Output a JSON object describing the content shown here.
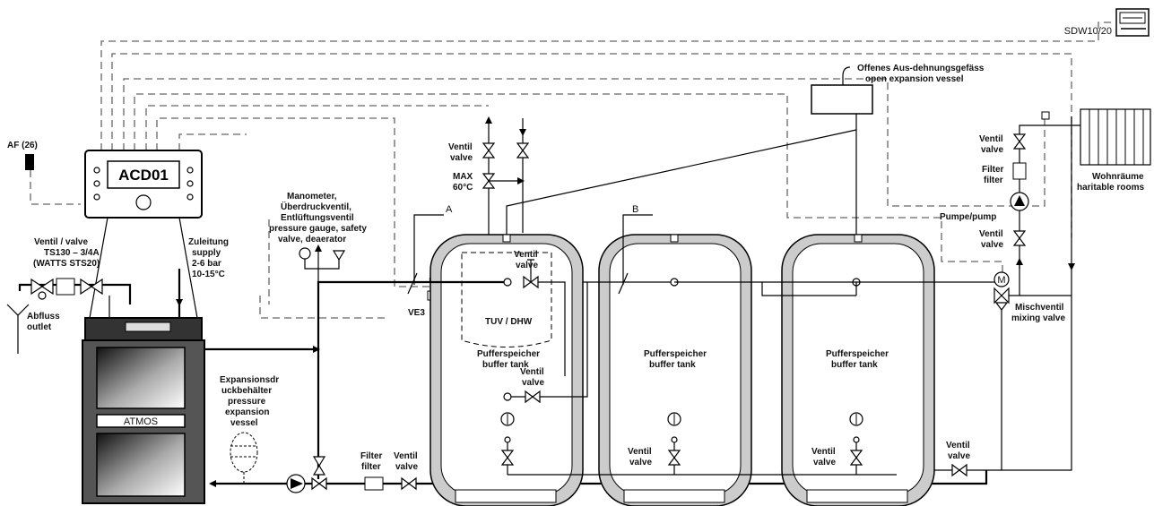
{
  "labels": {
    "sdw": "SDW10/20",
    "af": "AF (26)",
    "acd": "ACD01",
    "open_exp_1": "Offenes Aus-dehnungsgefäss",
    "open_exp_2": "open expansion vessel",
    "ventil_top_1": "Ventil",
    "ventil_top_2": "valve",
    "max": "MAX",
    "max_t": "60°C",
    "mark_a": "A",
    "mark_b": "B",
    "mano_1": "Manometer,",
    "mano_2": "Überdruckventil,",
    "mano_3": "Entlüftungsventil",
    "mano_4": "pressure gauge, safety",
    "mano_5": "valve, deaerator",
    "ventil_ts_1": "Ventil / valve",
    "ventil_ts_2": "TS130 – 3/4A",
    "ventil_ts_3": "(WATTS STS20)",
    "zul_1": "Zuleitung",
    "zul_2": "supply",
    "zul_3": "2-6 bar",
    "zul_4": "10-15°C",
    "abfluss_1": "Abfluss",
    "abfluss_2": "outlet",
    "ve3": "VE3",
    "atmos": "ATMOS",
    "exp_1": "Expansionsdr",
    "exp_2": "uckbehälter",
    "exp_3": "pressure",
    "exp_4": "expansion",
    "exp_5": "vessel",
    "filter_bot_1": "Filter",
    "filter_bot_2": "filter",
    "ventil_bot_1": "Ventil",
    "ventil_bot_2": "valve",
    "tuv": "TUV / DHW",
    "ventil_t1_1": "Ventil",
    "ventil_t1_2": "valve",
    "puffer1_1": "Pufferspeicher",
    "puffer1_2": "buffer tank",
    "ventil_t1m_1": "Ventil",
    "ventil_t1m_2": "valve",
    "puffer2_1": "Pufferspeicher",
    "puffer2_2": "buffer tank",
    "ventil_t2b_1": "Ventil",
    "ventil_t2b_2": "valve",
    "puffer3_1": "Pufferspeicher",
    "puffer3_2": "buffer tank",
    "ventil_t3b_1": "Ventil",
    "ventil_t3b_2": "valve",
    "ventil_r1_1": "Ventil",
    "ventil_r1_2": "valve",
    "filter_r_1": "Filter",
    "filter_r_2": "filter",
    "pump": "Pumpe/pump",
    "ventil_r2_1": "Ventil",
    "ventil_r2_2": "valve",
    "misch_1": "Mischventil",
    "misch_2": "mixing valve",
    "ventil_r3_1": "Ventil",
    "ventil_r3_2": "valve",
    "wohn_1": "Wohnräume",
    "wohn_2": "haritable rooms"
  }
}
